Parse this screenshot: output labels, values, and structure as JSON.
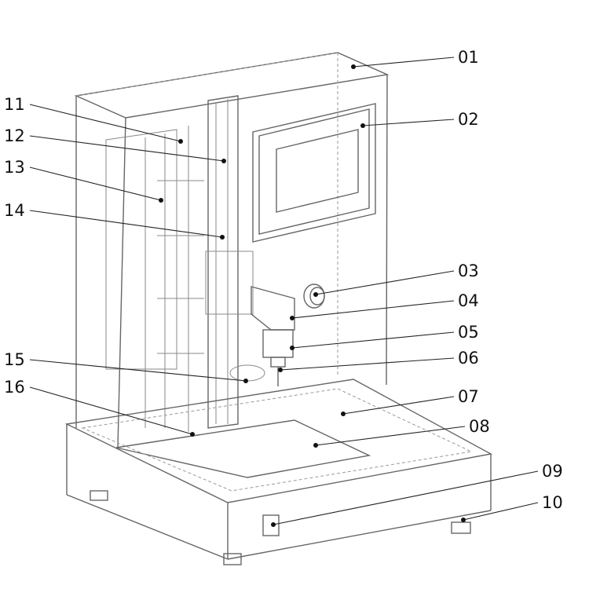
{
  "figure": {
    "labels": [
      {
        "id": "01",
        "text": "01"
      },
      {
        "id": "02",
        "text": "02"
      },
      {
        "id": "03",
        "text": "03"
      },
      {
        "id": "04",
        "text": "04"
      },
      {
        "id": "05",
        "text": "05"
      },
      {
        "id": "06",
        "text": "06"
      },
      {
        "id": "07",
        "text": "07"
      },
      {
        "id": "08",
        "text": "08"
      },
      {
        "id": "09",
        "text": "09"
      },
      {
        "id": "10",
        "text": "10"
      },
      {
        "id": "11",
        "text": "11"
      },
      {
        "id": "12",
        "text": "12"
      },
      {
        "id": "13",
        "text": "13"
      },
      {
        "id": "14",
        "text": "14"
      },
      {
        "id": "15",
        "text": "15"
      },
      {
        "id": "16",
        "text": "16"
      }
    ]
  }
}
